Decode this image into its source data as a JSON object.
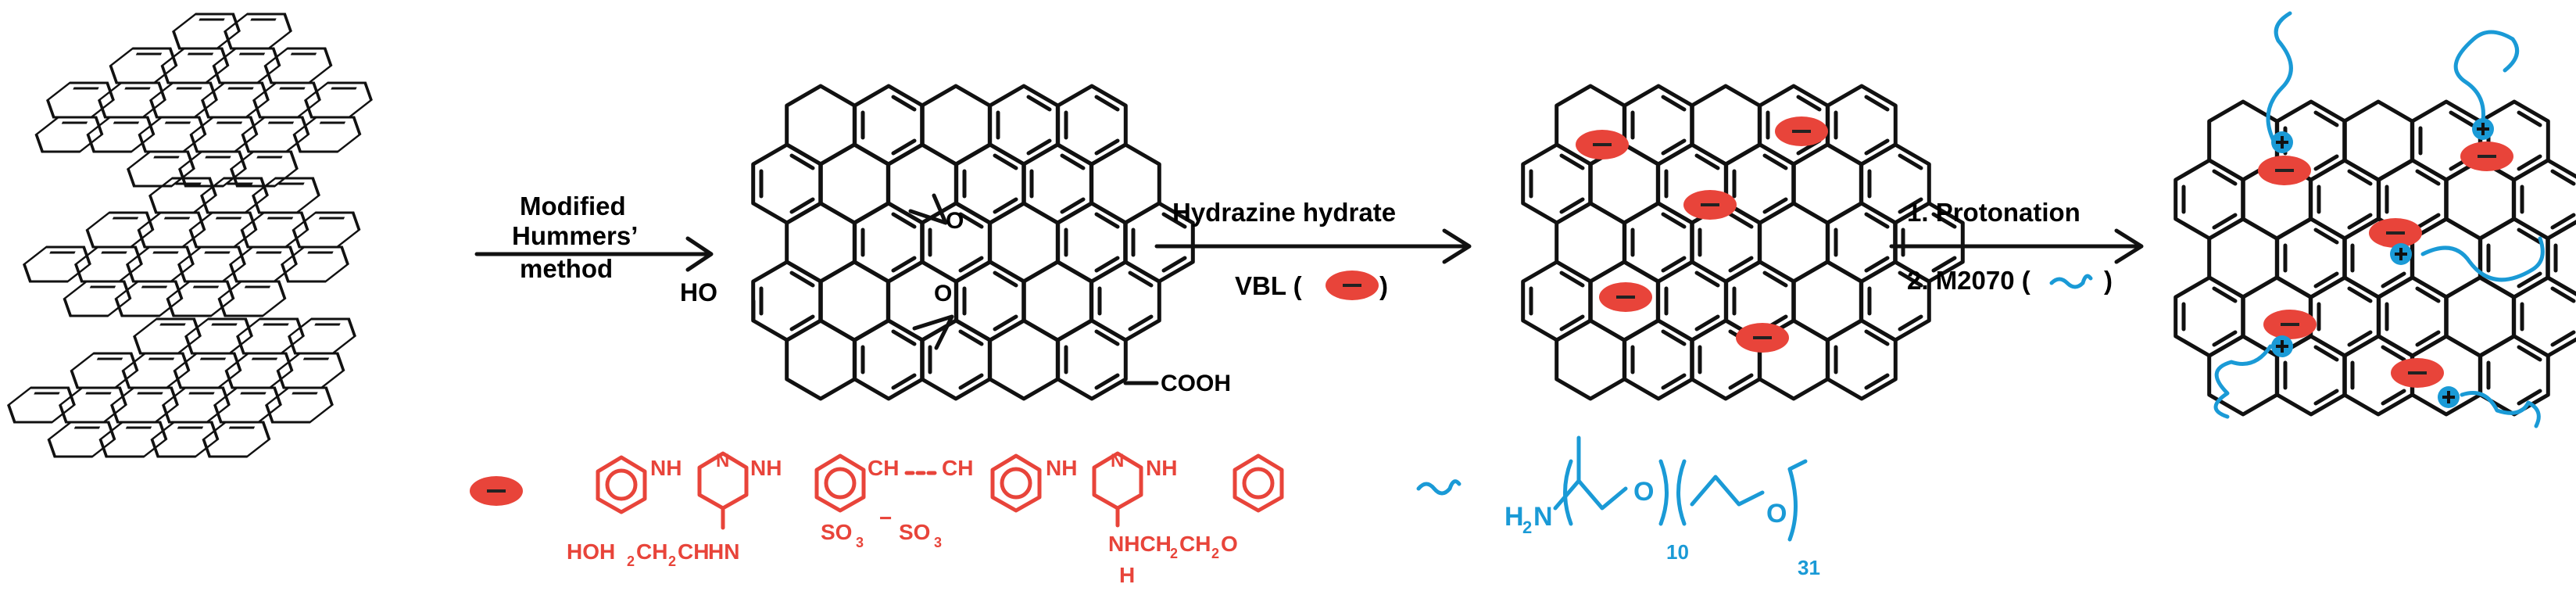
{
  "step1": {
    "line1": "Modified",
    "line2": "Hummers’",
    "line3": "method"
  },
  "step2": {
    "label_top": "Hydrazine hydrate",
    "label_bottom": "VBL (",
    "label_bottom_end": ")"
  },
  "step3": {
    "label_top": "1. Protonation",
    "label_bottom": "2. M2070 (",
    "label_bottom_end": ")"
  },
  "go_groups": {
    "ho": "HO",
    "o1": "O",
    "o2": "O",
    "cooh": "COOH"
  },
  "vbl_structure": {
    "nh1": "NH",
    "nh2": "NH",
    "nh3": "NH",
    "nh4": "NH",
    "n": "N",
    "ch1": "CH",
    "ch2": "CH",
    "so3a": "SO",
    "so3b": "SO",
    "sub3": "3",
    "left_sub": "HOH",
    "left_sub_b": "CH",
    "left_sub_c": "CH",
    "left_sub_d": "HN",
    "right_sub": "NHCH",
    "right_sub_b": "CH",
    "right_sub_c": "O",
    "h": "H",
    "two": "2",
    "minus": "−"
  },
  "m2070_structure": {
    "h2n": "H",
    "n": "N",
    "two": "2",
    "o": "O",
    "sub10": "10",
    "sub31": "31"
  },
  "charges": {
    "minus": "−",
    "plus": "+"
  },
  "colors": {
    "anion": "#e8443a",
    "m2070": "#1a9ad6",
    "line": "#111111"
  }
}
